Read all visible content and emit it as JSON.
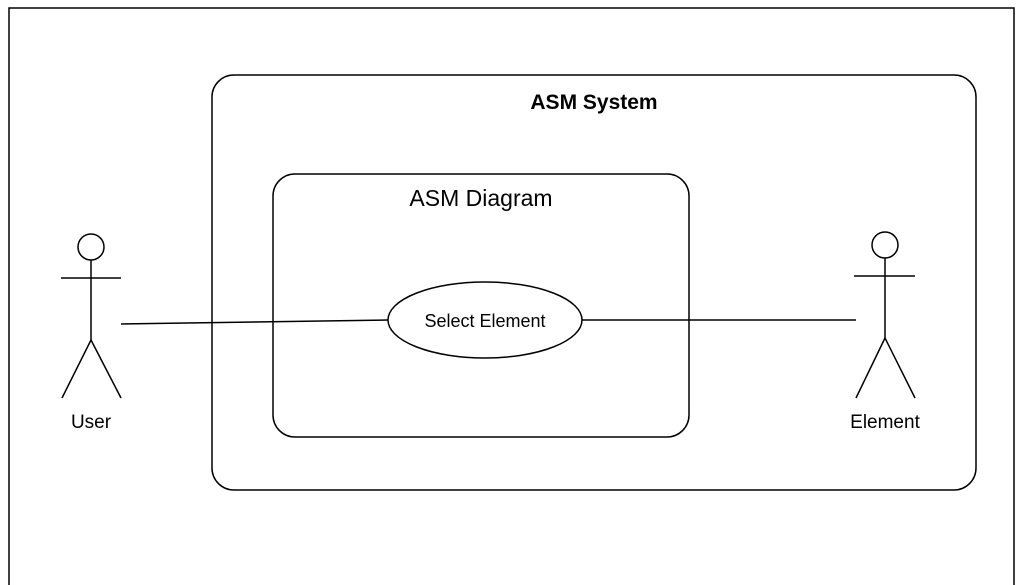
{
  "diagram": {
    "type": "uml-use-case",
    "system": {
      "title": "ASM System"
    },
    "subsystem": {
      "title": "ASM Diagram"
    },
    "use_case": {
      "label": "Select Element"
    },
    "actors": [
      {
        "label": "User"
      },
      {
        "label": "Element"
      }
    ]
  },
  "colors": {
    "stroke": "#000000",
    "background": "#ffffff"
  }
}
